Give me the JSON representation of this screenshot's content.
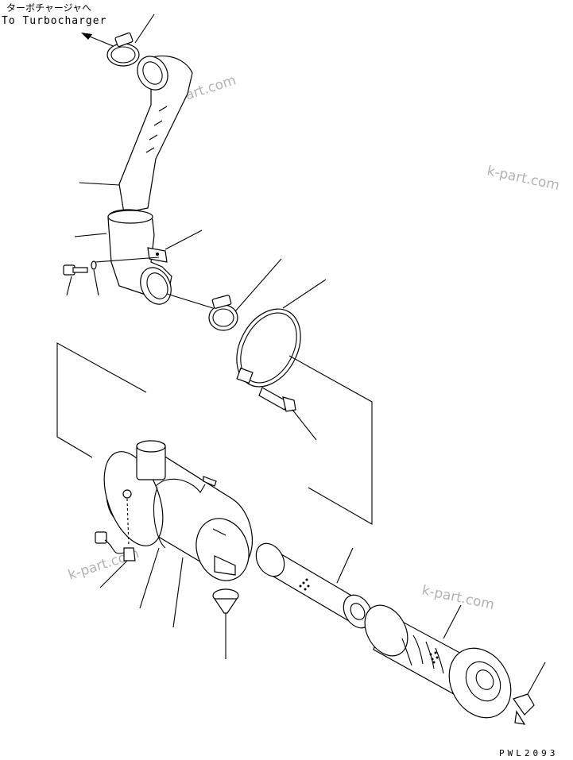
{
  "header": {
    "direction_jp": "ターボチャージャへ",
    "direction_en": "To Turbocharger"
  },
  "watermarks": [
    "k-part.com",
    "k-part.com",
    "k-part.com",
    "k-part.com"
  ],
  "drawing_code": "PWL2093",
  "parts": [
    {
      "name": "hose-clamp-upper"
    },
    {
      "name": "intake-pipe"
    },
    {
      "name": "pipe-bracket"
    },
    {
      "name": "bolt"
    },
    {
      "name": "washer"
    },
    {
      "name": "hose-clamp-lower"
    },
    {
      "name": "band-clamp"
    },
    {
      "name": "clamp-bolt"
    },
    {
      "name": "air-cleaner-body"
    },
    {
      "name": "dust-indicator-sensor"
    },
    {
      "name": "wiring-connector"
    },
    {
      "name": "inner-element"
    },
    {
      "name": "outer-element"
    },
    {
      "name": "evacuator-valve"
    },
    {
      "name": "wing-nut"
    }
  ]
}
